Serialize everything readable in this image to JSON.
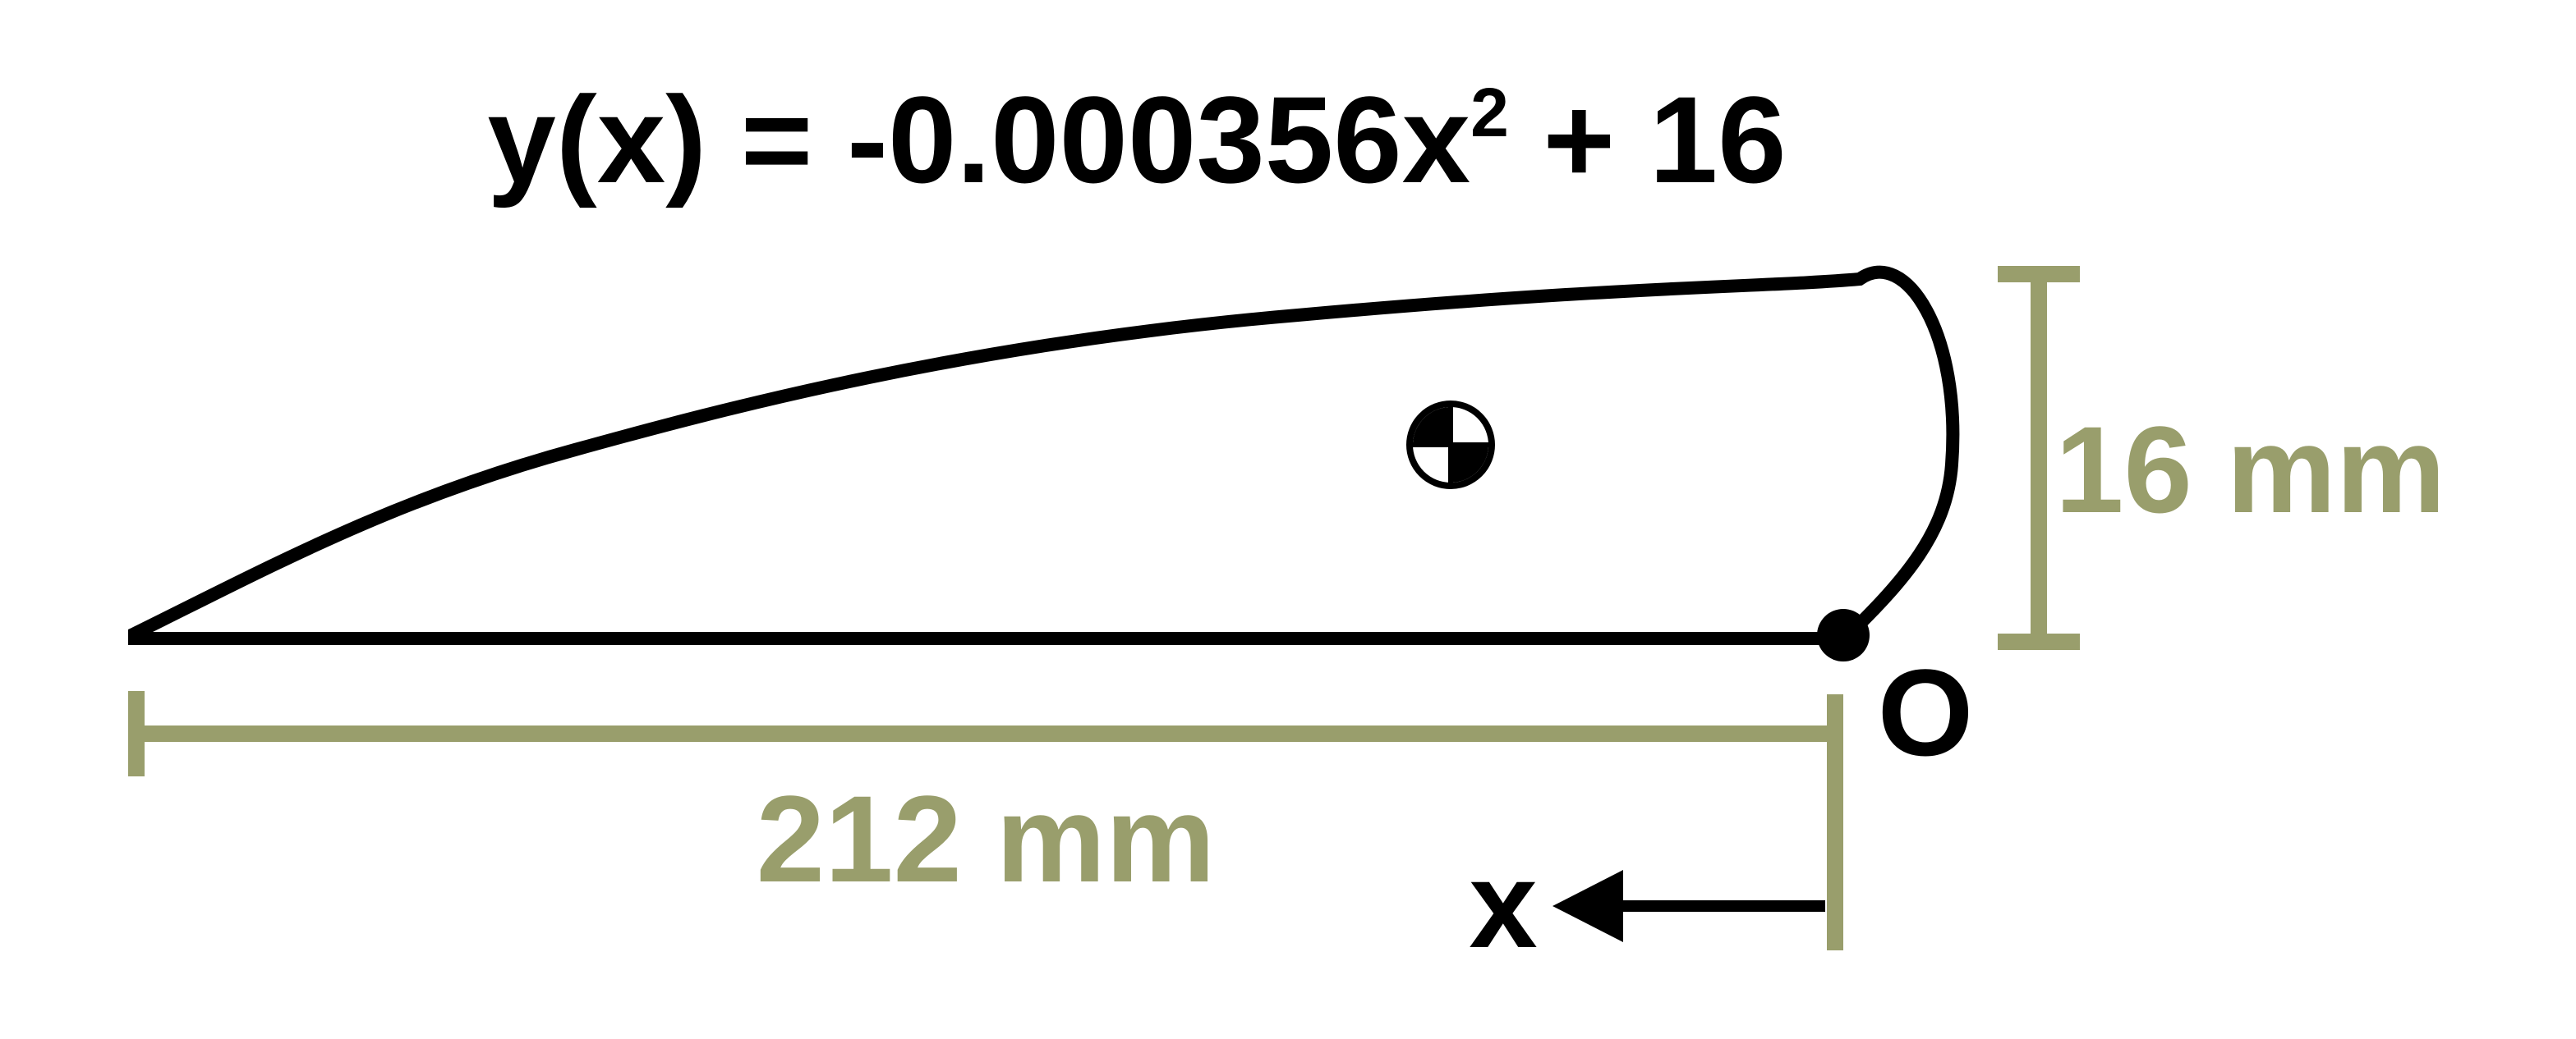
{
  "equation": {
    "lhs": "y(x) = -0.000356x",
    "exponent": "2",
    "rhs": " + 16"
  },
  "dimensions": {
    "length_label": "212 mm",
    "height_label": "16 mm"
  },
  "origin_label": "O",
  "axis_label": "x",
  "colors": {
    "outline": "#000000",
    "dimension": "#999e6c",
    "background": "#ffffff"
  },
  "icons": {
    "centroid": "center-of-mass-icon",
    "origin_point": "origin-dot-icon",
    "axis_arrow": "arrow-left-icon"
  }
}
